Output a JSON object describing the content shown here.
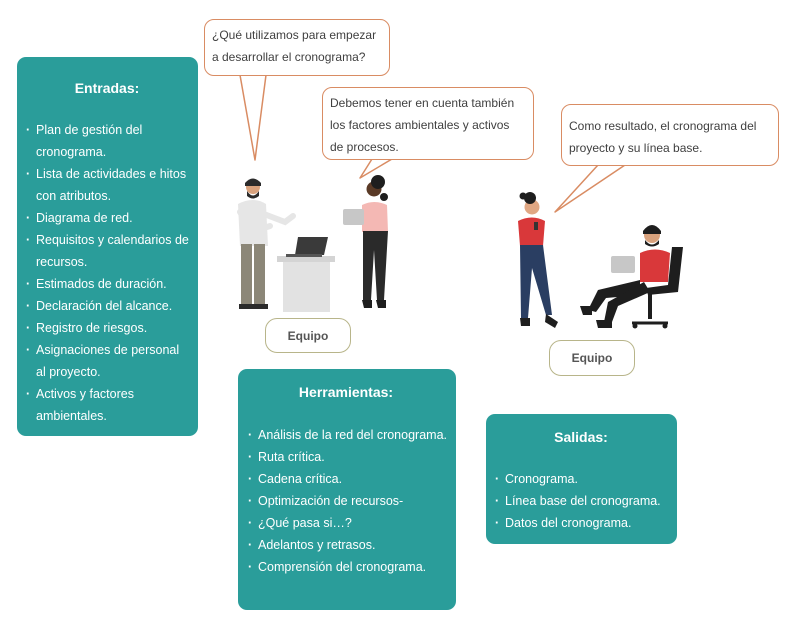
{
  "entradas": {
    "title": "Entradas:",
    "items": [
      "Plan de gestión del cronograma.",
      "Lista de actividades e hitos con    atributos.",
      "Diagrama de red.",
      "Requisitos y calendarios de recursos.",
      "Estimados de duración.",
      "Declaración del alcance.",
      "Registro de riesgos.",
      "Asignaciones de personal al  proyecto.",
      "Activos y factores ambientales."
    ]
  },
  "herramientas": {
    "title": "Herramientas:",
    "items": [
      "Análisis de la red del cronograma.",
      "Ruta crítica.",
      "Cadena crítica.",
      "Optimización de recursos-",
      "¿Qué pasa si…?",
      "Adelantos y retrasos.",
      "Comprensión del cronograma."
    ]
  },
  "salidas": {
    "title": "Salidas:",
    "items": [
      "Cronograma.",
      "Línea base del cronograma.",
      "Datos del cronograma."
    ]
  },
  "bubbles": {
    "question": "¿Qué utilizamos para empezar a desarrollar el cronograma?",
    "answer": "Debemos tener en cuenta también los factores ambientales y activos de procesos.",
    "result": "Como resultado, el cronograma del proyecto y su línea base."
  },
  "tags": {
    "team_left": "Equipo",
    "team_right": "Equipo"
  },
  "colors": {
    "panel": "#2a9d9a",
    "bubble_border": "#d98c63",
    "tag_border": "#b8b58a"
  }
}
